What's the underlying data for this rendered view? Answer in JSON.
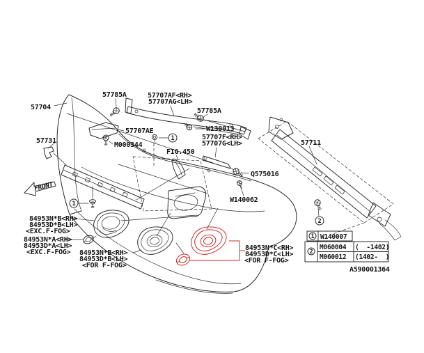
{
  "diagram": {
    "doc_number": "A590001364",
    "front_label": "FRONT",
    "colors": {
      "line": "#2b2b2b",
      "highlight": "#cf2b24",
      "background": "#ffffff"
    }
  },
  "labels": {
    "p57704": "57704",
    "p57731": "57731",
    "p57785a_top": "57785A",
    "p57785a_right": "57785A",
    "p57707af": "57707AF<RH>",
    "p57707ag": "57707AG<LH>",
    "p57707ae": "57707AE",
    "m000344": "M000344",
    "w130013": "W130013",
    "p57707f": "57707F<RH>",
    "p57707g": "57707G<LH>",
    "fig450": "FIG.450",
    "p57711": "57711",
    "q575016": "Q575016",
    "w140062": "W140062",
    "cover_b_exc": {
      "l1": "84953N*B<RH>",
      "l2": "84953D*B<LH>",
      "l3": "<EXC.F-FOG>"
    },
    "cover_a_exc": {
      "l1": "84953N*A<RH>",
      "l2": "84953D*A<LH>",
      "l3": "<EXC.F-FOG>"
    },
    "cover_b_fog": {
      "l1": "84953N*B<RH>",
      "l2": "84953D*B<LH>",
      "l3": "<FOR F-FOG>"
    },
    "cover_c_fog": {
      "l1": "84953N*C<RH>",
      "l2": "84953D*C<LH>",
      "l3": "<FOR F-FOG>"
    }
  },
  "callouts": {
    "one": "1",
    "two": "2"
  },
  "table": {
    "rows": [
      {
        "ref": "1",
        "part": "W140007",
        "range": ""
      },
      {
        "ref": "2",
        "part": "M060004",
        "range": "(  -1402)"
      },
      {
        "ref": "",
        "part": "M060012",
        "range": "(1402-  )"
      }
    ]
  }
}
